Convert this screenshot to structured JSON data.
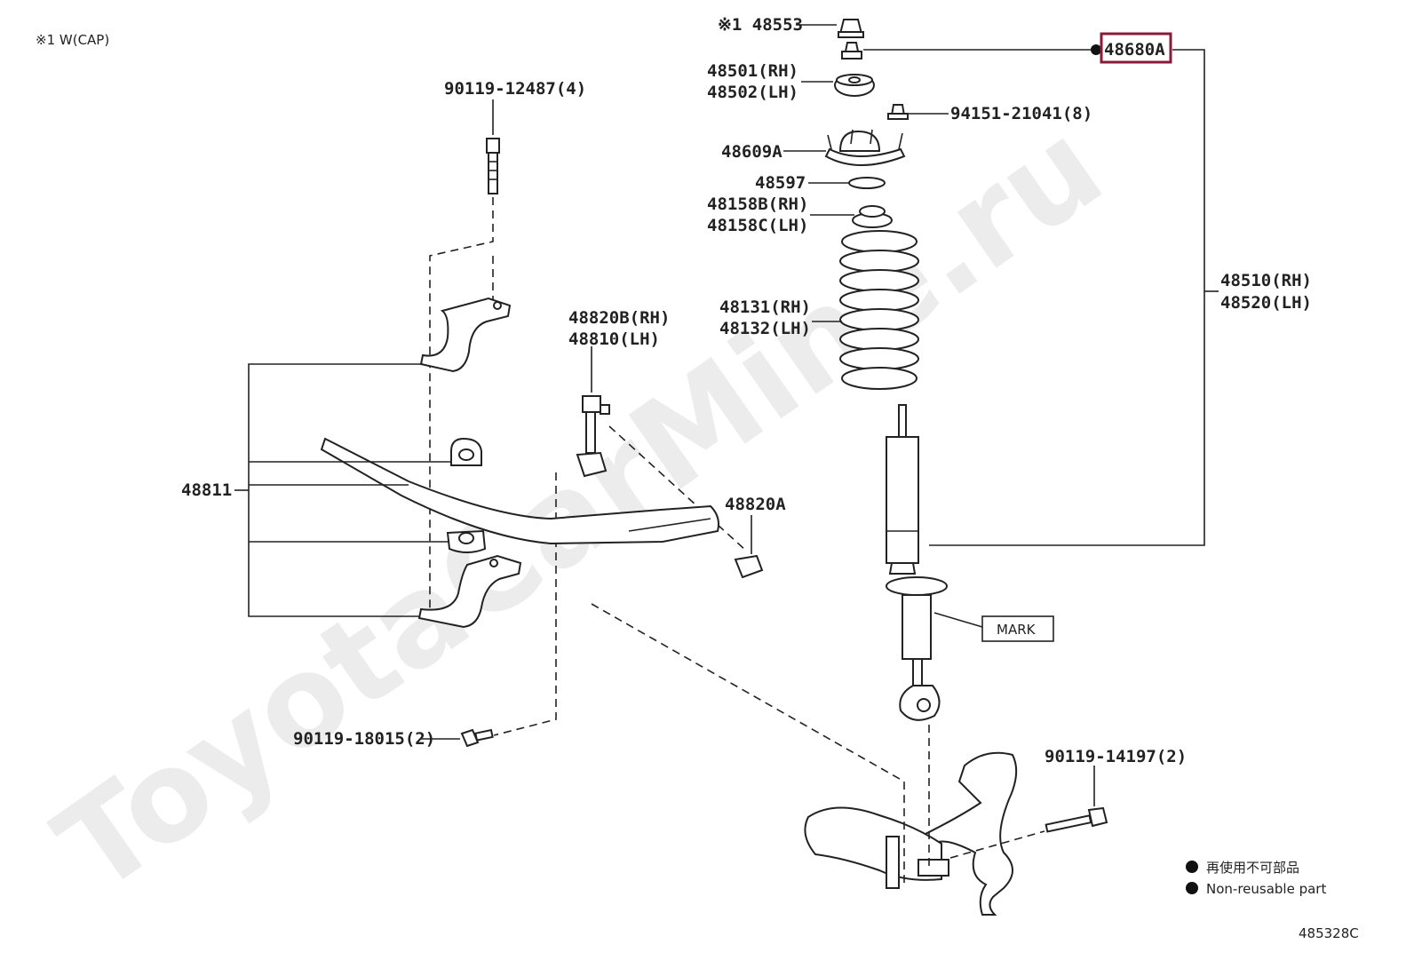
{
  "watermark": "ToyotaCarMine.ru",
  "cap_note": "※1 W(CAP)",
  "diagram_code": "485328C",
  "legend": {
    "jp": "再使用不可部品",
    "en": "Non-reusable part"
  },
  "mark_label": "MARK",
  "highlight_color": "#8b1a3a",
  "parts": {
    "p48553": "※1 48553",
    "p48680A": "48680A",
    "p48501": "48501(RH)",
    "p48502": "48502(LH)",
    "p94151": "94151-21041(8)",
    "p48609A": "48609A",
    "p48597": "48597",
    "p48158B": "48158B(RH)",
    "p48158C": "48158C(LH)",
    "p48131": "48131(RH)",
    "p48132": "48132(LH)",
    "p48510": "48510(RH)",
    "p48520": "48520(LH)",
    "p90119_12487": "90119-12487(4)",
    "p48820B": "48820B(RH)",
    "p48810": "48810(LH)",
    "p48811": "48811",
    "p48820A": "48820A",
    "p90119_18015": "90119-18015(2)",
    "p90119_14197": "90119-14197(2)"
  }
}
